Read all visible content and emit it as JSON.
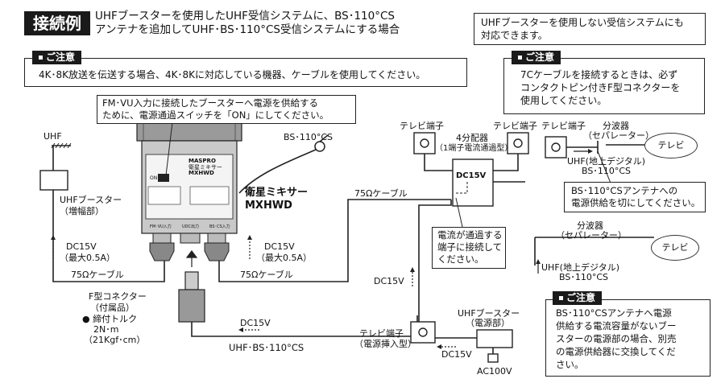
{
  "header": {
    "badge": "接続例",
    "line1": "UHFブースターを使用したUHF受信システムに、BS･110°CS",
    "line2": "アンテナを追加してUHF･BS･110°CS受信システムにする場合",
    "note_line1": "UHFブースターを使用しない受信システムにも",
    "note_line2": "対応できます。"
  },
  "caution_label": "ご注意",
  "caution1": {
    "text": "4K･8K放送を伝送する場合、4K･8Kに対応している機器、ケーブルを使用してください。"
  },
  "caution2": {
    "line1": "7Cケーブルを接続するときは、必ず",
    "line2": "コンタクトピン付きF型コネクターを",
    "line3": "使用してください。"
  },
  "caution3": {
    "line1": "BS･110°CSアンテナへ電源",
    "line2": "供給する電流容量がないブー",
    "line3": "スターの電源部の場合、別売",
    "line4": "の電源供給器に交換してくだ",
    "line5": "さい。"
  },
  "callout_fm": {
    "line1": "FM･VU入力に接続したブースターへ電源を供給する",
    "line2": "ために、電源通過スイッチを「ON」にしてください。"
  },
  "callout_bs_off": {
    "line1": "BS･110°CSアンテナへの",
    "line2": "電源供給を切にしてください。"
  },
  "callout_current": {
    "line1": "電流が通過する",
    "line2": "端子に接続して",
    "line3": "ください。"
  },
  "labels": {
    "uhf": "UHF",
    "bs_antenna": "BS･110°CS",
    "uhf_booster_amp_1": "UHFブースター",
    "uhf_booster_amp_2": "（増幅部）",
    "dc_left_1": "DC15V",
    "dc_left_2": "（最大0.5A）",
    "dc_mid_1": "DC15V",
    "dc_mid_2": "（最大0.5A）",
    "cable_75_left": "75Ωケーブル",
    "cable_75_mid": "75Ωケーブル",
    "cable_75_top": "75Ωケーブル",
    "f_connector_1": "F型コネクター",
    "f_connector_2": "（付属品）",
    "torque_1": "● 締付トルク",
    "torque_2": "2N･m",
    "torque_3": "（21Kgf･cm）",
    "mixer_1": "衛星ミキサー",
    "mixer_2": "MXHWD",
    "dc_bottom": "DC15V",
    "uhf_bs_bottom": "UHF･BS･110°CS",
    "tv_terminal_1": "テレビ端子",
    "tv_terminal_2": "テレビ端子",
    "tv_terminal_3": "テレビ端子",
    "splitter_1": "4分配器",
    "splitter_2": "（1端子電流通過型）",
    "splitter_dc": "DC15V",
    "separator_1": "分波器",
    "separator_2": "（セパレーター）",
    "separator_3": "分波器",
    "separator_4": "（セパレーター）",
    "tv_1": "テレビ",
    "tv_2": "テレビ",
    "uhf_digital_1": "UHF(地上デジタル)",
    "uhf_digital_2": "BS･110°CS",
    "uhf_digital_3": "UHF(地上デジタル)",
    "uhf_digital_4": "BS･110°CS",
    "dc_vertical": "DC15V",
    "power_terminal_1": "テレビ端子",
    "power_terminal_2": "（電源挿入型）",
    "booster_power_1": "UHFブースター",
    "booster_power_2": "（電源部）",
    "dc_power": "DC15V",
    "ac": "AC100V"
  },
  "device": {
    "brand": "MASPRO",
    "model_jp": "衛星ミキサー",
    "model": "MXHWD",
    "switch_on": "ON",
    "port_left": "FM･VU入力",
    "port_mid": "UDC出力",
    "port_right": "BS･CS入力"
  }
}
